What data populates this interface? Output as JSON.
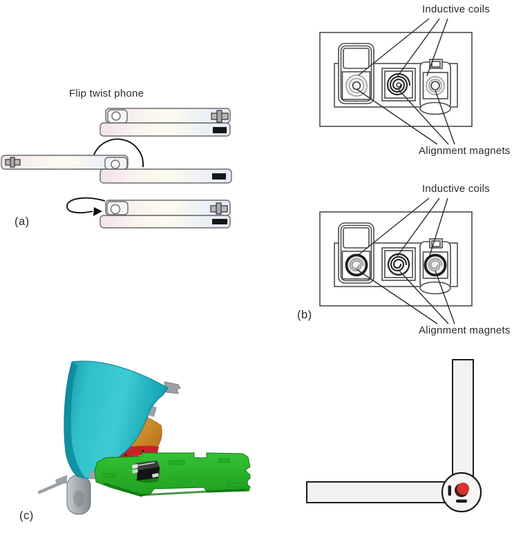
{
  "panel_a": {
    "tag": "(a)",
    "title": "Flip twist phone"
  },
  "panel_b_top": {
    "coils_label": "Inductive coils",
    "magnets_label": "Alignment magnets"
  },
  "panel_b_bottom": {
    "tag": "(b)",
    "coils_label": "Inductive coils",
    "magnets_label": "Alignment magnets"
  },
  "panel_c": {
    "tag": "(c)"
  },
  "colors": {
    "outline": "#3f3f3f",
    "leader_line": "#2b2b2b",
    "phone_tint_pink": "#f3e4ec",
    "phone_tint_cream": "#fdfbee",
    "phone_tint_blue": "#e3e9f5",
    "shell_teal": "#1fb4c2",
    "cone_orange": "#d08a28",
    "band_red": "#c92128",
    "pcb_green": "#2db52d",
    "metal_gray": "#9aa0a5",
    "indicator_red": "#d8342b"
  }
}
